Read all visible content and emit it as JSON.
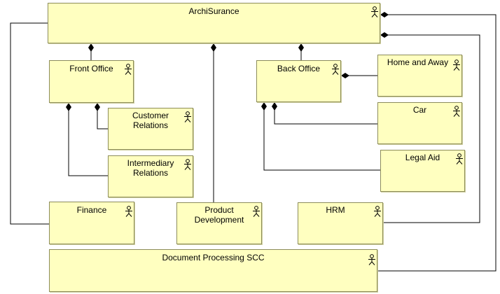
{
  "diagram": {
    "elements": [
      {
        "id": "archisurance",
        "label": "ArchiSurance",
        "icon": "actor-icon"
      },
      {
        "id": "front-office",
        "label": "Front Office",
        "icon": "actor-icon"
      },
      {
        "id": "back-office",
        "label": "Back Office",
        "icon": "actor-icon"
      },
      {
        "id": "customer-relations",
        "label": "Customer\nRelations",
        "icon": "actor-icon"
      },
      {
        "id": "intermediary-relations",
        "label": "Intermediary\nRelations",
        "icon": "actor-icon"
      },
      {
        "id": "home-and-away",
        "label": "Home and Away",
        "icon": "actor-icon"
      },
      {
        "id": "car",
        "label": "Car",
        "icon": "actor-icon"
      },
      {
        "id": "legal-aid",
        "label": "Legal Aid",
        "icon": "actor-icon"
      },
      {
        "id": "finance",
        "label": "Finance",
        "icon": "actor-icon"
      },
      {
        "id": "product-development",
        "label": "Product\nDevelopment",
        "icon": "actor-icon"
      },
      {
        "id": "hrm",
        "label": "HRM",
        "icon": "actor-icon"
      },
      {
        "id": "document-processing-scc",
        "label": "Document Processing SCC",
        "icon": "actor-icon"
      }
    ],
    "relations": [
      {
        "type": "composition",
        "whole": "archisurance",
        "part": "front-office"
      },
      {
        "type": "composition",
        "whole": "archisurance",
        "part": "product-development"
      },
      {
        "type": "composition",
        "whole": "archisurance",
        "part": "back-office"
      },
      {
        "type": "composition",
        "whole": "archisurance",
        "part": "finance"
      },
      {
        "type": "composition",
        "whole": "archisurance",
        "part": "hrm"
      },
      {
        "type": "composition",
        "whole": "archisurance",
        "part": "document-processing-scc"
      },
      {
        "type": "composition",
        "whole": "front-office",
        "part": "customer-relations"
      },
      {
        "type": "composition",
        "whole": "front-office",
        "part": "intermediary-relations"
      },
      {
        "type": "composition",
        "whole": "back-office",
        "part": "home-and-away"
      },
      {
        "type": "composition",
        "whole": "back-office",
        "part": "car"
      },
      {
        "type": "composition",
        "whole": "back-office",
        "part": "legal-aid"
      }
    ],
    "colors": {
      "element_fill": "#ffffc0",
      "element_border": "#8c8c5a",
      "line": "#000000"
    }
  }
}
